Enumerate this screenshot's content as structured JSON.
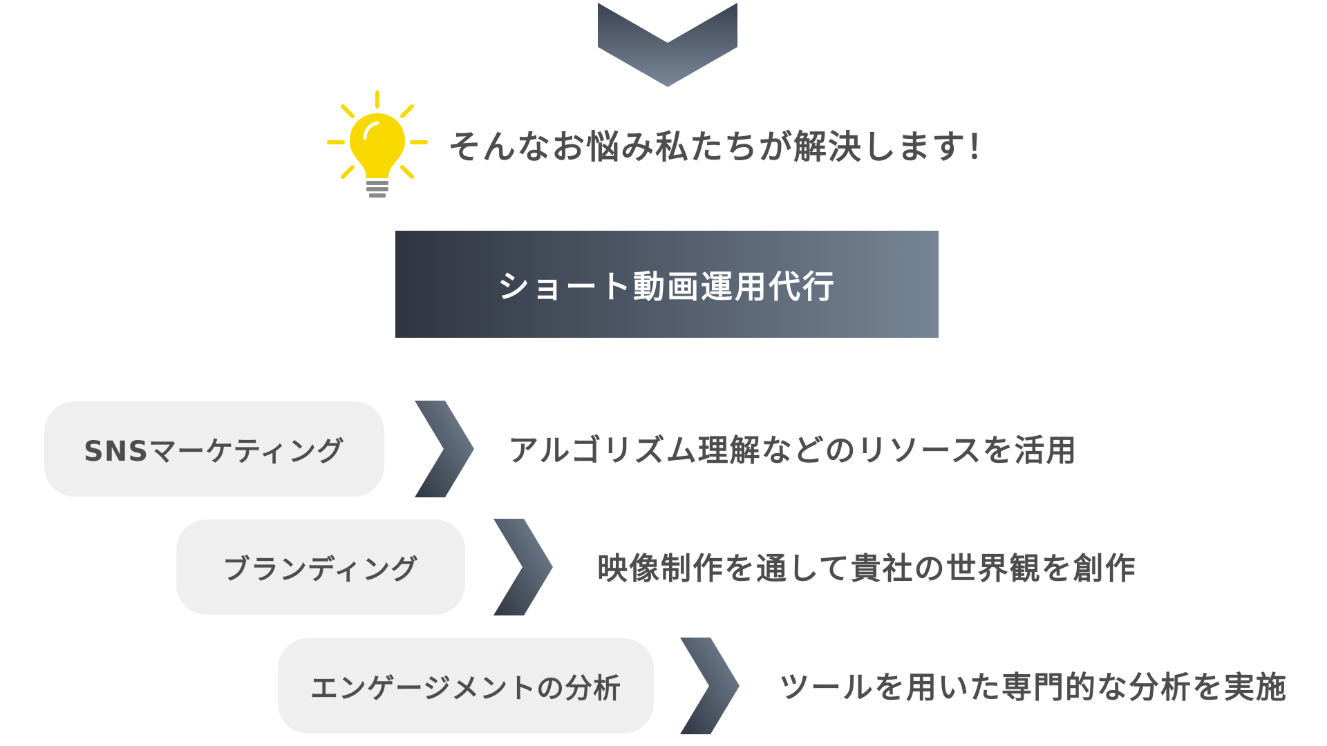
{
  "headline": "そんなお悩み私たちが解決します！",
  "service": {
    "label": "ショート動画運用代行"
  },
  "rows": [
    {
      "tag": "SNSマーケティング",
      "description": "アルゴリズム理解などのリソースを活用"
    },
    {
      "tag": "ブランディング",
      "description": "映像制作を通して貴社の世界観を創作"
    },
    {
      "tag": "エンゲージメントの分析",
      "description": "ツールを用いた専門的な分析を実施"
    }
  ],
  "icons": {
    "top": "chevron-down-icon",
    "headline": "lightbulb-icon",
    "row_separator": "chevron-right-icon"
  },
  "colors": {
    "gradient_dark": "#2e3540",
    "gradient_light": "#768595",
    "pill_background": "#efefef",
    "text": "#4d4d4d",
    "bulb": "#f7d900"
  }
}
